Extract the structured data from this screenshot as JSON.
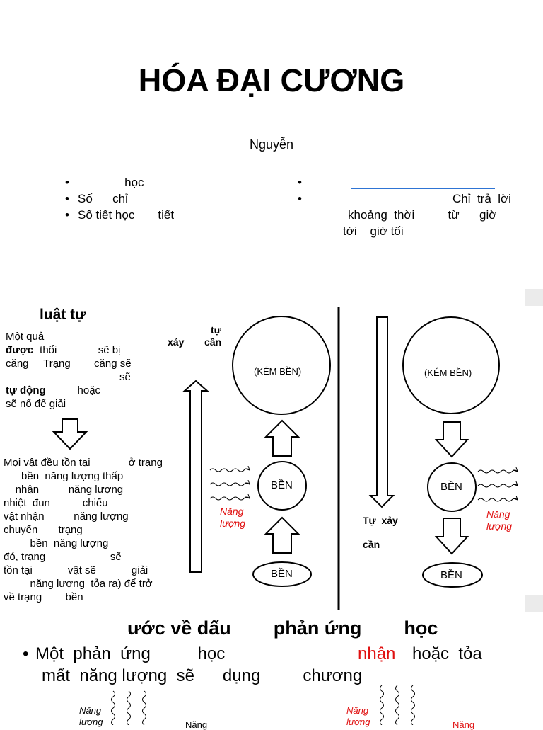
{
  "slide1": {
    "title": "HÓA ĐẠI CƯƠNG",
    "author": "Nguyễn",
    "left_bullets": [
      {
        "bullet": "•",
        "text": "              học"
      },
      {
        "bullet": "•",
        "text": "Số      chỉ"
      },
      {
        "bullet": "•",
        "text": "Số tiết học       tiết"
      }
    ],
    "right_bullets": [
      {
        "bullet": "•",
        "text": ""
      },
      {
        "bullet": "•",
        "text": "Chỉ  trả  lời"
      }
    ],
    "right_cont_1": "khoảng  thời          từ      giờ",
    "right_cont_2": "tới    giờ tối"
  },
  "slide2": {
    "heading": "luật tự",
    "para1": [
      "Một quả",
      "được",
      " thổi              sẽ bị",
      "căng     Trạng        căng sẽ",
      "sẽ",
      "tự động",
      "         hoặc",
      "sẽ nổ để giải"
    ],
    "para2": [
      "Mọi vật đều tồn tại             ở trạng",
      "      bền  năng lượng thấp",
      "    nhận          năng lượng",
      "nhiệt  đun           chiếu",
      "vật nhận          năng lượng",
      "chuyển       trạng",
      "         bền  năng lượng",
      "đó, trạng                      sẽ",
      "tồn tại            vật sẽ            giải",
      "         năng lượng  tỏa ra) để trở",
      "về trạng        bền"
    ],
    "label_xay": "xảy",
    "label_tu": "tự",
    "label_can": "cần",
    "left_diagram": {
      "top_circle": "(KÉM BỀN)",
      "mid_circle": "BỀN",
      "bottom_ellipse": "BỀN",
      "energy_label_1": "Năng",
      "energy_label_2": "lượng"
    },
    "right_diagram": {
      "top_circle": "(KÉM BỀN)",
      "mid_circle": "BỀN",
      "bottom_ellipse": "BỀN",
      "energy_label_1": "Năng",
      "energy_label_2": "lượng",
      "label_tu_xay": "Tự  xảy",
      "label_can": "cần"
    }
  },
  "slide3": {
    "heading": "ước về dấu        phản ứng        học",
    "bullet": "•",
    "line1_a": "Một  phản  ứng          học",
    "line1_red": "nhận",
    "line1_b": "hoặc  tỏa",
    "line2": "mất  năng lượng  sẽ      dụng         chương",
    "energy_left_1": "Năng",
    "energy_left_2": "lượng",
    "energy_right_1": "Năng",
    "energy_right_2": "lượng",
    "cut_left": "Năng",
    "cut_right": "Năng"
  },
  "colors": {
    "accent_line": "#2e74d4",
    "energy_red": "#e01010",
    "separator": "#ebebeb"
  }
}
